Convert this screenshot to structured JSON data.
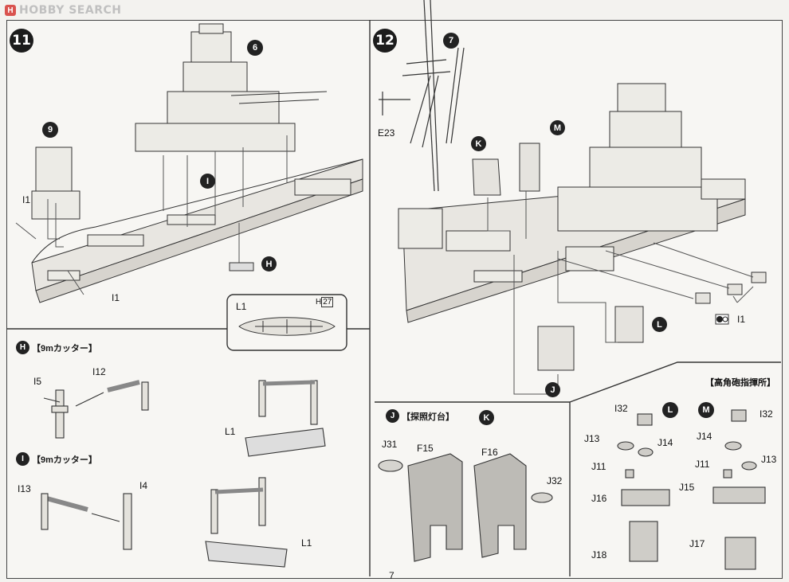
{
  "watermark": {
    "brand": "HOBBY SEARCH",
    "mark": "H"
  },
  "steps": {
    "s11": "11",
    "s12": "12"
  },
  "sub_steps": {
    "a6": "6",
    "a9": "9",
    "a7": "7"
  },
  "callouts": {
    "i": "I",
    "h": "H",
    "k": "K",
    "m": "M",
    "l": "L",
    "j": "J",
    "h2": "H",
    "i2": "I",
    "j2": "J",
    "k2": "K",
    "l2": "L",
    "m2": "M"
  },
  "section_titles": {
    "cutter_h": "【9mカッター】",
    "cutter_i": "【9mカッター】",
    "searchlight": "【探照灯台】",
    "aa_director": "【高角砲指揮所】"
  },
  "parts": {
    "i1_a": "I1",
    "i1_b": "I1",
    "i1_c": "I1",
    "e23": "E23",
    "l1_box": "L1",
    "h27": "H",
    "h27_num": "27",
    "i5": "I5",
    "i12": "I12",
    "l1_h": "L1",
    "i13": "I13",
    "i4": "I4",
    "l1_i": "L1",
    "j31": "J31",
    "f15": "F15",
    "f16": "F16",
    "j32": "J32",
    "i32_l": "I32",
    "j13_l": "J13",
    "j14_l": "J14",
    "j11_l": "J11",
    "j16": "J16",
    "j18": "J18",
    "i32_m": "I32",
    "j14_m": "J14",
    "j11_m": "J11",
    "j13_m": "J13",
    "j15": "J15",
    "j17": "J17"
  },
  "page_number": "7"
}
